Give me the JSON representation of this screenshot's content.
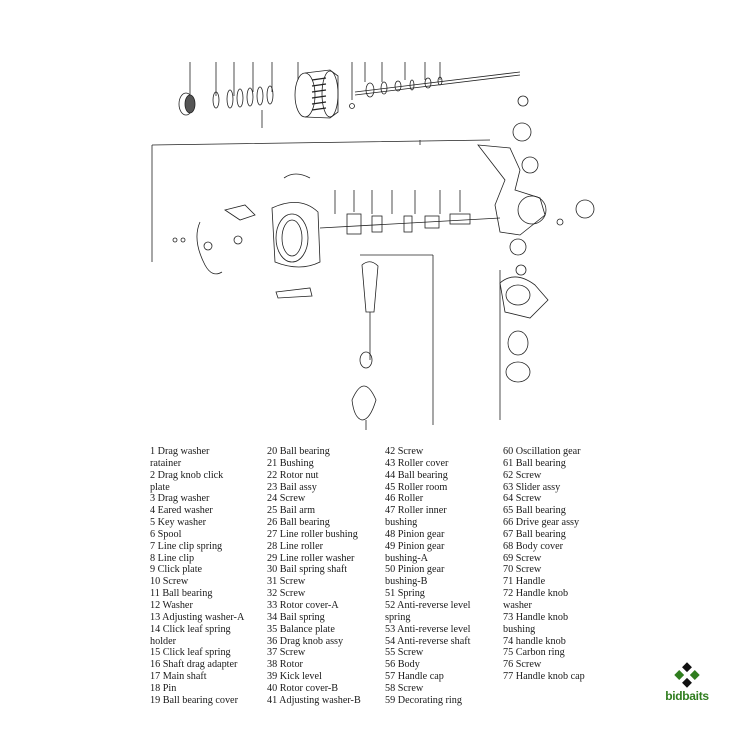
{
  "parts": {
    "col1": [
      "1  Drag washer",
      "ratainer",
      "2  Drag knob click",
      "plate",
      "3  Drag washer",
      "4  Eared washer",
      "5  Key washer",
      "6  Spool",
      "7  Line clip spring",
      "8  Line clip",
      "9  Click plate",
      "10  Screw",
      "11  Ball bearing",
      "12  Washer",
      "13  Adjusting washer-A",
      "14  Click leaf spring",
      "holder",
      "15  Click leaf spring",
      "16  Shaft drag adapter",
      "17  Main shaft",
      "18  Pin",
      "19  Ball bearing cover"
    ],
    "col2": [
      "20  Ball bearing",
      "21  Bushing",
      "22  Rotor nut",
      "23  Bail assy",
      "24  Screw",
      "25  Bail arm",
      "26  Ball bearing",
      "27  Line roller bushing",
      "28  Line roller",
      "29  Line roller washer",
      "30  Bail spring shaft",
      "31  Screw",
      "32  Screw",
      "33  Rotor cover-A",
      "34  Bail spring",
      "35  Balance plate",
      "36  Drag knob assy",
      "37  Screw",
      "38  Rotor",
      "39  Kick level",
      "40  Rotor cover-B",
      "41  Adjusting washer-B"
    ],
    "col3": [
      "42  Screw",
      "43  Roller cover",
      "44  Ball bearing",
      "45  Roller room",
      "46  Roller",
      "47  Roller inner",
      "bushing",
      "48  Pinion gear",
      "49  Pinion gear",
      "bushing-A",
      "50  Pinion gear",
      "bushing-B",
      "51  Spring",
      "52  Anti-reverse level",
      "spring",
      "53  Anti-reverse level",
      "54  Anti-reverse shaft",
      "55  Screw",
      "56  Body",
      "57  Handle cap",
      "58  Screw",
      "59  Decorating ring"
    ],
    "col4": [
      "60  Oscillation gear",
      "61  Ball bearing",
      "62  Screw",
      "63  Slider assy",
      "64  Screw",
      "65  Ball bearing",
      "66  Drive gear assy",
      "67  Ball bearing",
      "68  Body cover",
      "69  Screw",
      "70  Screw",
      "71  Handle",
      "72  Handle knob",
      "washer",
      "73  Handle knob",
      "bushing",
      "74  handle knob",
      "75  Carbon ring",
      "76  Screw",
      "77  Handle knob cap"
    ]
  },
  "logo": {
    "text": "bidbaits",
    "color": "#2f7d1e"
  }
}
